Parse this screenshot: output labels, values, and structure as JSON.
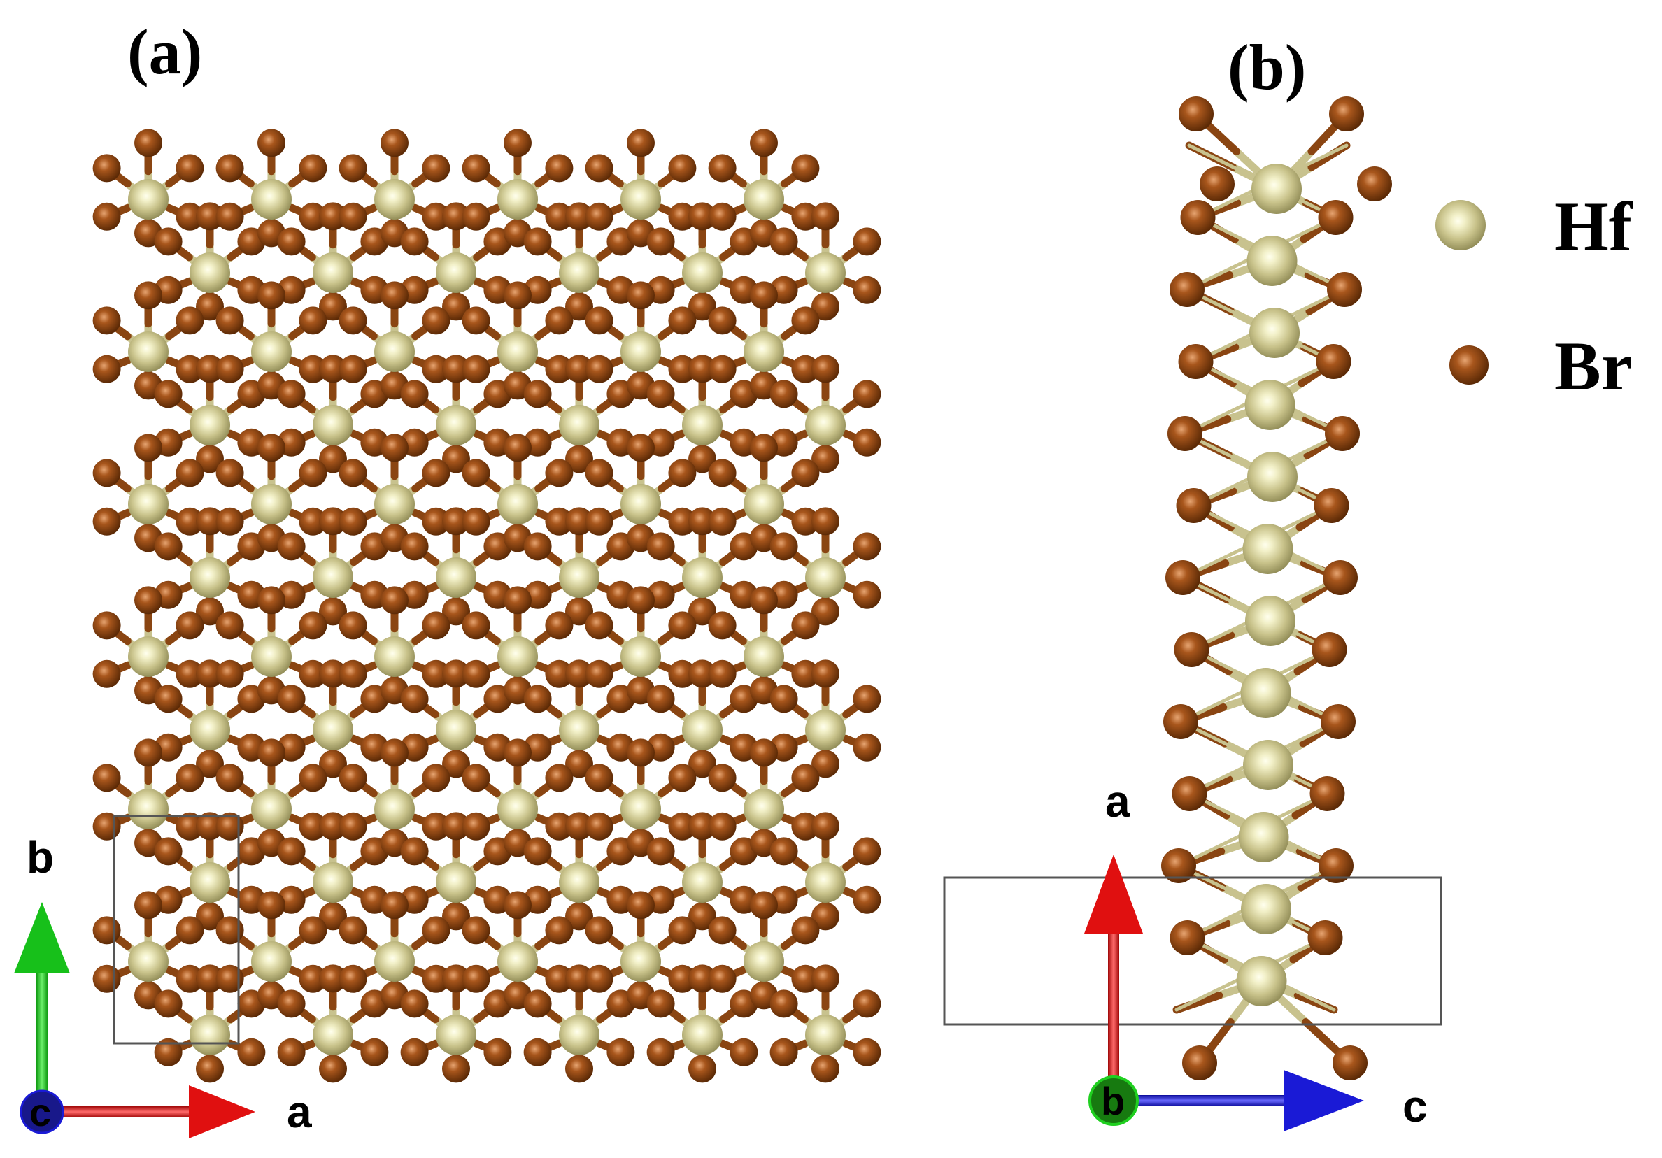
{
  "panels": {
    "a": {
      "label": "(a)",
      "rows": 6,
      "cols": 6
    },
    "b": {
      "label": "(b)",
      "units": 12
    }
  },
  "legend": [
    {
      "name": "Hf",
      "color": "#c9c38a"
    },
    {
      "name": "Br",
      "color": "#8a4512"
    }
  ],
  "axes_a": {
    "up_label": "b",
    "right_label": "a",
    "origin_label": "c"
  },
  "axes_b": {
    "up_label": "a",
    "right_label": "c",
    "origin_label": "b"
  },
  "colors": {
    "hf": "#c9c38a",
    "br": "#8a4512",
    "bond_hf": "#c8c28e",
    "bond_br": "#8a4512",
    "cell": "#555555",
    "axis_red": "#e01010",
    "axis_green": "#17c01a",
    "axis_blue": "#1a1ad6",
    "axis_origin_blue": "#18188a"
  }
}
